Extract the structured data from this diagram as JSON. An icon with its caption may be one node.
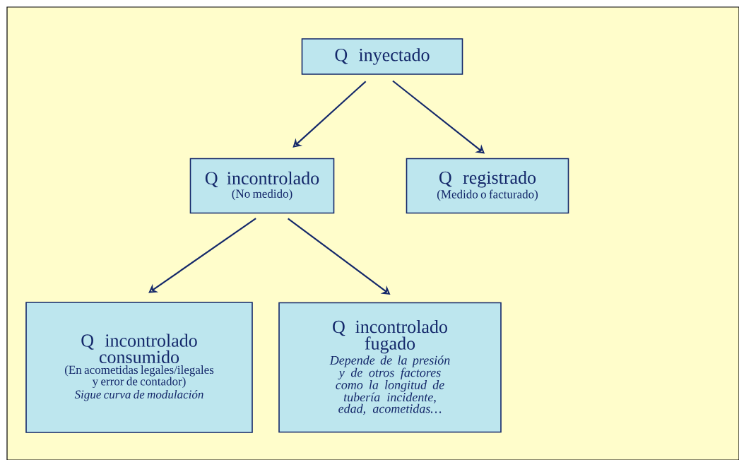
{
  "diagram": {
    "nodes": [
      {
        "text": [
          "Q inyectado"
        ]
      },
      {
        "text": [
          "Q incontrolado",
          "(No medido)"
        ]
      },
      {
        "text": [
          "Q registrado",
          "(Medido o facturado)"
        ]
      },
      {
        "text": [
          "Q incontrolado consumido",
          "(En acometidas legales/ilegales y error de contador)",
          "Sigue curva de modulación"
        ]
      },
      {
        "text": [
          "Q incontrolado fugado",
          "Depende de la presión y de otros factores como la longitud de tubería incidente, edad, acometidas…"
        ]
      }
    ],
    "edges": [
      {
        "from": 0,
        "to": 1,
        "arrow": "to"
      },
      {
        "from": 0,
        "to": 2,
        "arrow": "to"
      },
      {
        "from": 1,
        "to": 3,
        "arrow": "to"
      },
      {
        "from": 1,
        "to": 4,
        "arrow": "to"
      }
    ]
  }
}
